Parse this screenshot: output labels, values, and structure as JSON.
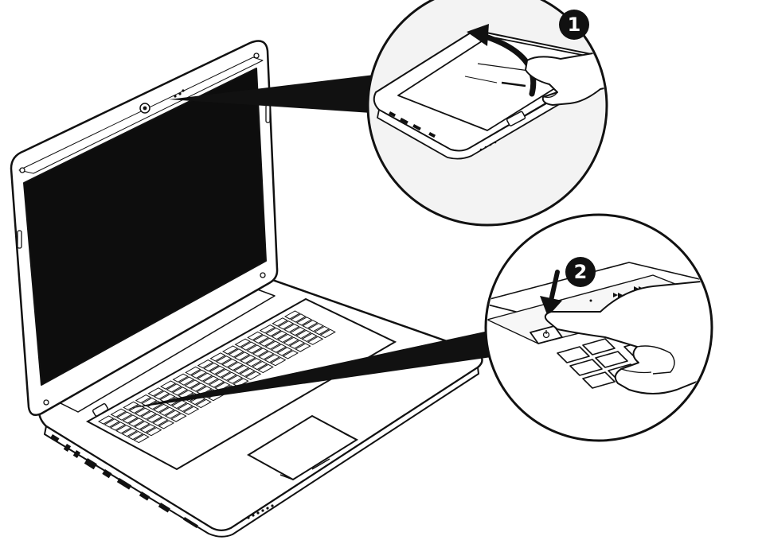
{
  "steps": [
    {
      "number": "1",
      "action": "open-lid"
    },
    {
      "number": "2",
      "action": "press-power-button"
    }
  ],
  "icons": {
    "step1": "curved-arrow-up-icon",
    "step2": "arrow-down-icon",
    "power": "power-symbol-icon",
    "webcam": "webcam-icon",
    "microphone": "microphone-icon"
  },
  "colors": {
    "ink": "#111111",
    "screen": "#0d0d0d",
    "body": "#ffffff",
    "inset": "#f3f3f3"
  }
}
